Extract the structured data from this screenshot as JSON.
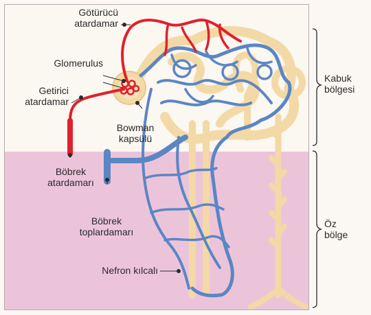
{
  "labels": {
    "efferent": [
      "Götürücü",
      "atardamar"
    ],
    "glomerulus": [
      "Glomerulus"
    ],
    "afferent": [
      "Getirici",
      "atardamar"
    ],
    "bowman": [
      "Bowman",
      "kapsülü"
    ],
    "renal_artery": [
      "Böbrek",
      "atardamarı"
    ],
    "renal_vein": [
      "Böbrek",
      "toplardamarı"
    ],
    "capillary": [
      "Nefron kılcalı"
    ],
    "cortex": [
      "Kabuk",
      "bölgesi"
    ],
    "medulla": [
      "Öz",
      "bölge"
    ]
  },
  "colors": {
    "artery": "#e0202c",
    "vein": "#5b86c4",
    "tubule": "#f3d9a6",
    "medulla_bg": "#ecc4da",
    "cortex_bg": "#fbf7f1"
  }
}
